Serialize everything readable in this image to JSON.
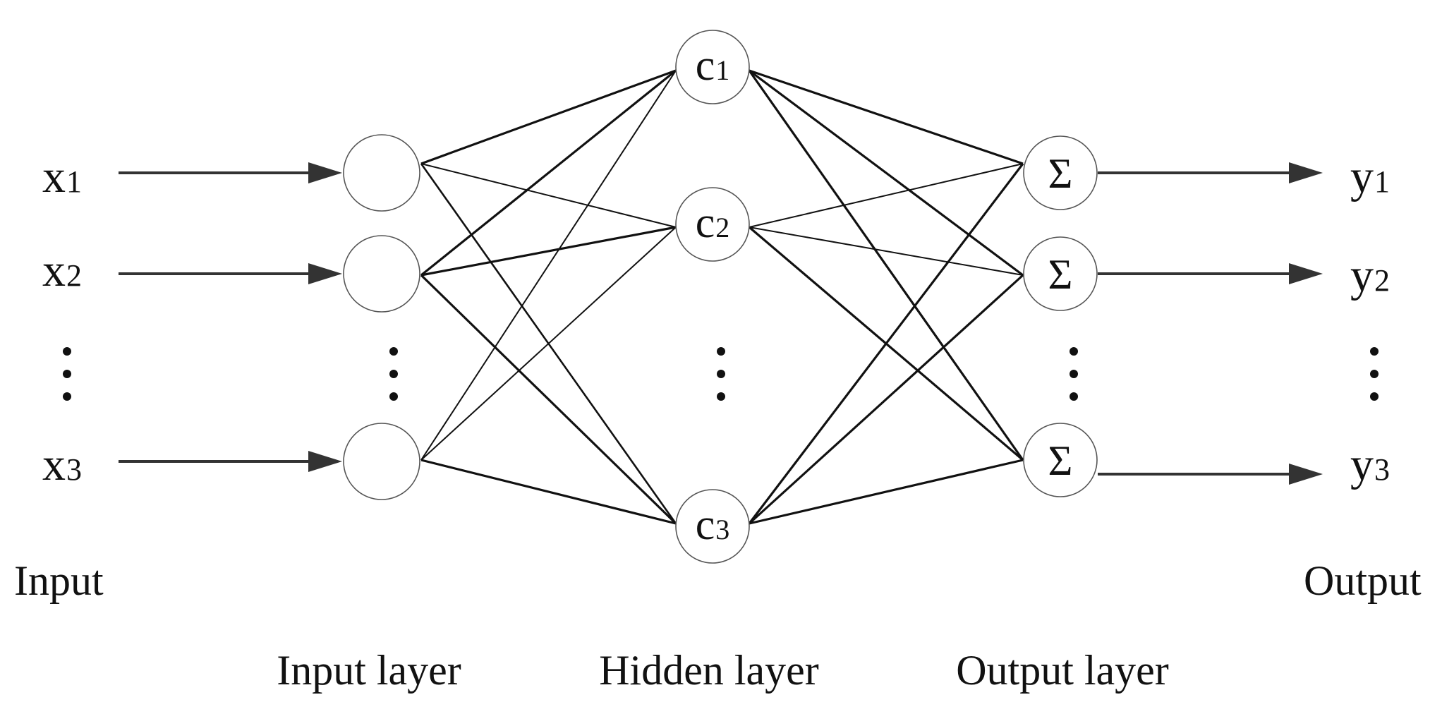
{
  "inputs": {
    "var": "x",
    "items": [
      {
        "subscript": "1"
      },
      {
        "subscript": "2"
      },
      {
        "subscript": "3"
      }
    ]
  },
  "hidden_nodes": {
    "var": "c",
    "items": [
      {
        "subscript": "1"
      },
      {
        "subscript": "2"
      },
      {
        "subscript": "3"
      }
    ]
  },
  "output_nodes": {
    "symbol": "Σ",
    "items": [
      {},
      {},
      {}
    ]
  },
  "outputs": {
    "var": "y",
    "items": [
      {
        "subscript": "1"
      },
      {
        "subscript": "2"
      },
      {
        "subscript": "3"
      }
    ]
  },
  "labels": {
    "input": "Input",
    "output": "Output",
    "input_layer": "Input layer",
    "hidden_layer": "Hidden layer",
    "output_layer": "Output layer"
  }
}
